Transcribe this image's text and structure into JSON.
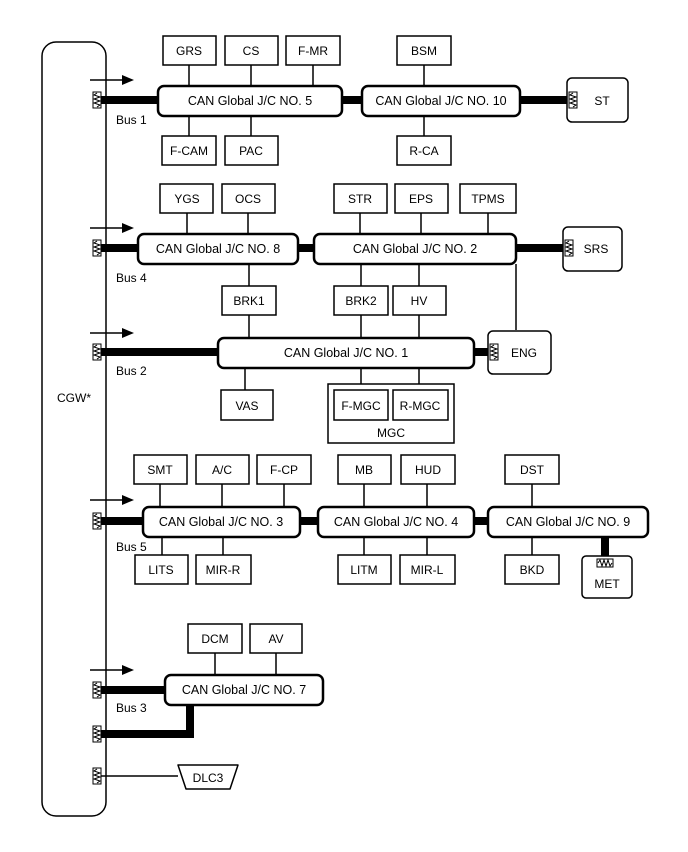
{
  "cgw": {
    "label": "CGW*"
  },
  "buses": [
    "Bus 1",
    "Bus 4",
    "Bus 2",
    "Bus 5",
    "Bus 3"
  ],
  "junction_connectors": {
    "jc5": "CAN Global J/C NO. 5",
    "jc10": "CAN Global J/C NO. 10",
    "jc8": "CAN Global J/C NO. 8",
    "jc2": "CAN Global J/C NO. 2",
    "jc1": "CAN Global J/C NO. 1",
    "jc3": "CAN Global J/C NO. 3",
    "jc4": "CAN Global J/C NO. 4",
    "jc9": "CAN Global J/C NO. 9",
    "jc7": "CAN Global J/C NO. 7"
  },
  "ecus": {
    "grs": "GRS",
    "cs": "CS",
    "fmr": "F-MR",
    "bsm": "BSM",
    "st": "ST",
    "fcam": "F-CAM",
    "pac": "PAC",
    "rca": "R-CA",
    "ygs": "YGS",
    "ocs": "OCS",
    "str": "STR",
    "eps": "EPS",
    "tpms": "TPMS",
    "srs": "SRS",
    "brk1": "BRK1",
    "brk2": "BRK2",
    "hv": "HV",
    "eng": "ENG",
    "vas": "VAS",
    "fmgc": "F-MGC",
    "rmgc": "R-MGC",
    "mgc": "MGC",
    "smt": "SMT",
    "ac": "A/C",
    "fcp": "F-CP",
    "mb": "MB",
    "hud": "HUD",
    "dst": "DST",
    "lits": "LITS",
    "mirr": "MIR-R",
    "litm": "LITM",
    "mirl": "MIR-L",
    "bkd": "BKD",
    "met": "MET",
    "dcm": "DCM",
    "av": "AV",
    "dlc3": "DLC3"
  }
}
